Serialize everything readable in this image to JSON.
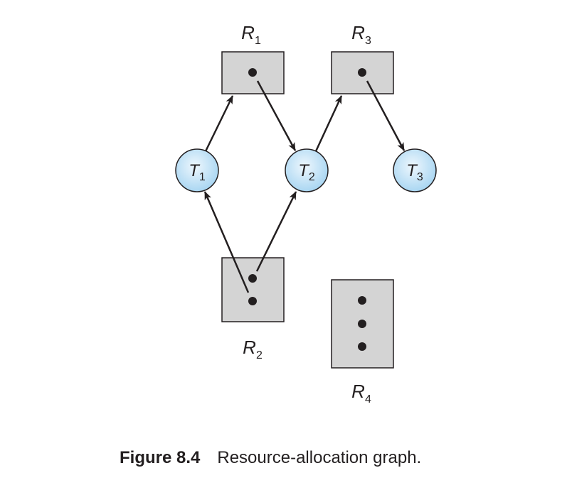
{
  "resources": [
    {
      "id": "R1",
      "letter": "R",
      "sub": "1",
      "instances": 1
    },
    {
      "id": "R2",
      "letter": "R",
      "sub": "2",
      "instances": 2
    },
    {
      "id": "R3",
      "letter": "R",
      "sub": "3",
      "instances": 1
    },
    {
      "id": "R4",
      "letter": "R",
      "sub": "4",
      "instances": 3
    }
  ],
  "threads": [
    {
      "id": "T1",
      "letter": "T",
      "sub": "1"
    },
    {
      "id": "T2",
      "letter": "T",
      "sub": "2"
    },
    {
      "id": "T3",
      "letter": "T",
      "sub": "3"
    }
  ],
  "edges": [
    {
      "kind": "request",
      "from": "T1",
      "to": "R1"
    },
    {
      "kind": "assignment",
      "from": "R1",
      "to": "T2"
    },
    {
      "kind": "request",
      "from": "T2",
      "to": "R3"
    },
    {
      "kind": "assignment",
      "from": "R3",
      "to": "T3"
    },
    {
      "kind": "assignment",
      "from": "R2",
      "to": "T1"
    },
    {
      "kind": "assignment",
      "from": "R2",
      "to": "T2"
    }
  ],
  "caption": {
    "number": "Figure 8.4",
    "text": "Resource-allocation graph."
  },
  "colors": {
    "resource_fill": "#d4d4d4",
    "thread_fill_inner": "#eef7fd",
    "thread_fill_outer": "#a9d6f2",
    "stroke": "#231f20"
  }
}
